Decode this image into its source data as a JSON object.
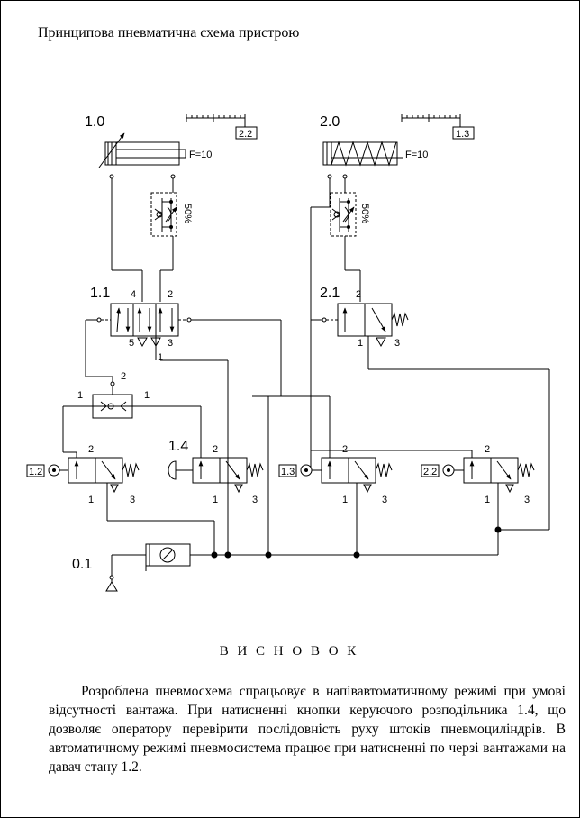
{
  "heading": "Принципова пневматична схема пристрою",
  "diagram": {
    "cylinders": [
      {
        "id": "1.0",
        "force_label": "F=10",
        "scale_ref": "2.2"
      },
      {
        "id": "2.0",
        "force_label": "F=10",
        "scale_ref": "1.3"
      }
    ],
    "throttles": [
      {
        "setting": "50%"
      },
      {
        "setting": "50%"
      }
    ],
    "valves": [
      {
        "id": "1.1",
        "ports": [
          "4",
          "2",
          "5",
          "3",
          "1"
        ]
      },
      {
        "id": "2.1",
        "ports": [
          "2",
          "1",
          "3"
        ]
      },
      {
        "id": "1.4",
        "ports": [
          "2",
          "1",
          "3"
        ]
      },
      {
        "id": "1.2",
        "ports": [
          "2",
          "1",
          "3"
        ]
      },
      {
        "id": "1.3",
        "ports": [
          "2",
          "1",
          "3"
        ]
      },
      {
        "id": "2.2",
        "ports": [
          "2",
          "1",
          "3"
        ]
      }
    ],
    "or_valve": {
      "ports": [
        "2",
        "1",
        "1"
      ]
    },
    "supply": {
      "id": "0.1"
    },
    "sensor_tags": [
      "1.2",
      "1.3",
      "2.2"
    ]
  },
  "conclusion": {
    "title": "В И С Н О В О К",
    "text": "Розроблена пневмосхема спрацьовує в напівавтоматичному режимі при умові відсутності вантажа. При натисненні  кнопки керуючого розподільника 1.4, що дозволяє оператору перевірити послідовність руху штоків пневмоциліндрів. В автоматичному режимі пневмосистема працює при натисненні по черзі вантажами на давач стану 1.2."
  }
}
